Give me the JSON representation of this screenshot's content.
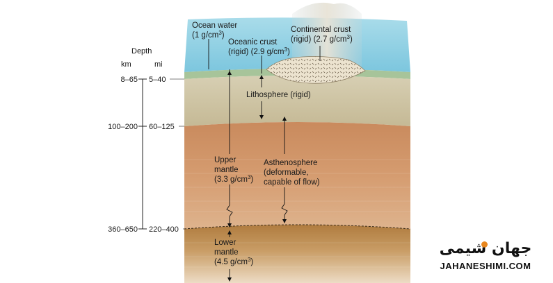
{
  "depth_axis": {
    "title": "Depth",
    "unit_km": "km",
    "unit_mi": "mi",
    "ticks": [
      {
        "km": "8–65",
        "mi": "5–40"
      },
      {
        "km": "100–200",
        "mi": "60–125"
      },
      {
        "km": "360–650",
        "mi": "220–400"
      }
    ]
  },
  "labels": {
    "ocean_water": [
      "Ocean water",
      "(1 g/cm",
      "3",
      ")"
    ],
    "oceanic_crust": [
      "Oceanic crust",
      "(rigid) (2.9 g/cm",
      "3",
      ")"
    ],
    "continental_crust": [
      "Continental crust",
      "(rigid) (2.7 g/cm",
      "3",
      ")"
    ],
    "lithosphere": "Lithosphere (rigid)",
    "upper_mantle": [
      "Upper",
      "mantle",
      "(3.3 g/cm",
      "3",
      ")"
    ],
    "asthenosphere": [
      "Asthenosphere",
      "(deformable,",
      "capable of flow)"
    ],
    "lower_mantle": [
      "Lower",
      "mantle",
      "(4.5 g/cm",
      "3",
      ")"
    ]
  },
  "colors": {
    "ocean": "#8fd0e3",
    "oceanic_crust": "#a7c49a",
    "lithosphere": "#cfc6aa",
    "upper_mantle": "#cf9669",
    "lower_mantle": "#bb8a4c",
    "logo_accent": "#e8871e"
  },
  "logo": {
    "persian": "جهان شیمی",
    "latin": "JAHANESHIMI.COM"
  }
}
